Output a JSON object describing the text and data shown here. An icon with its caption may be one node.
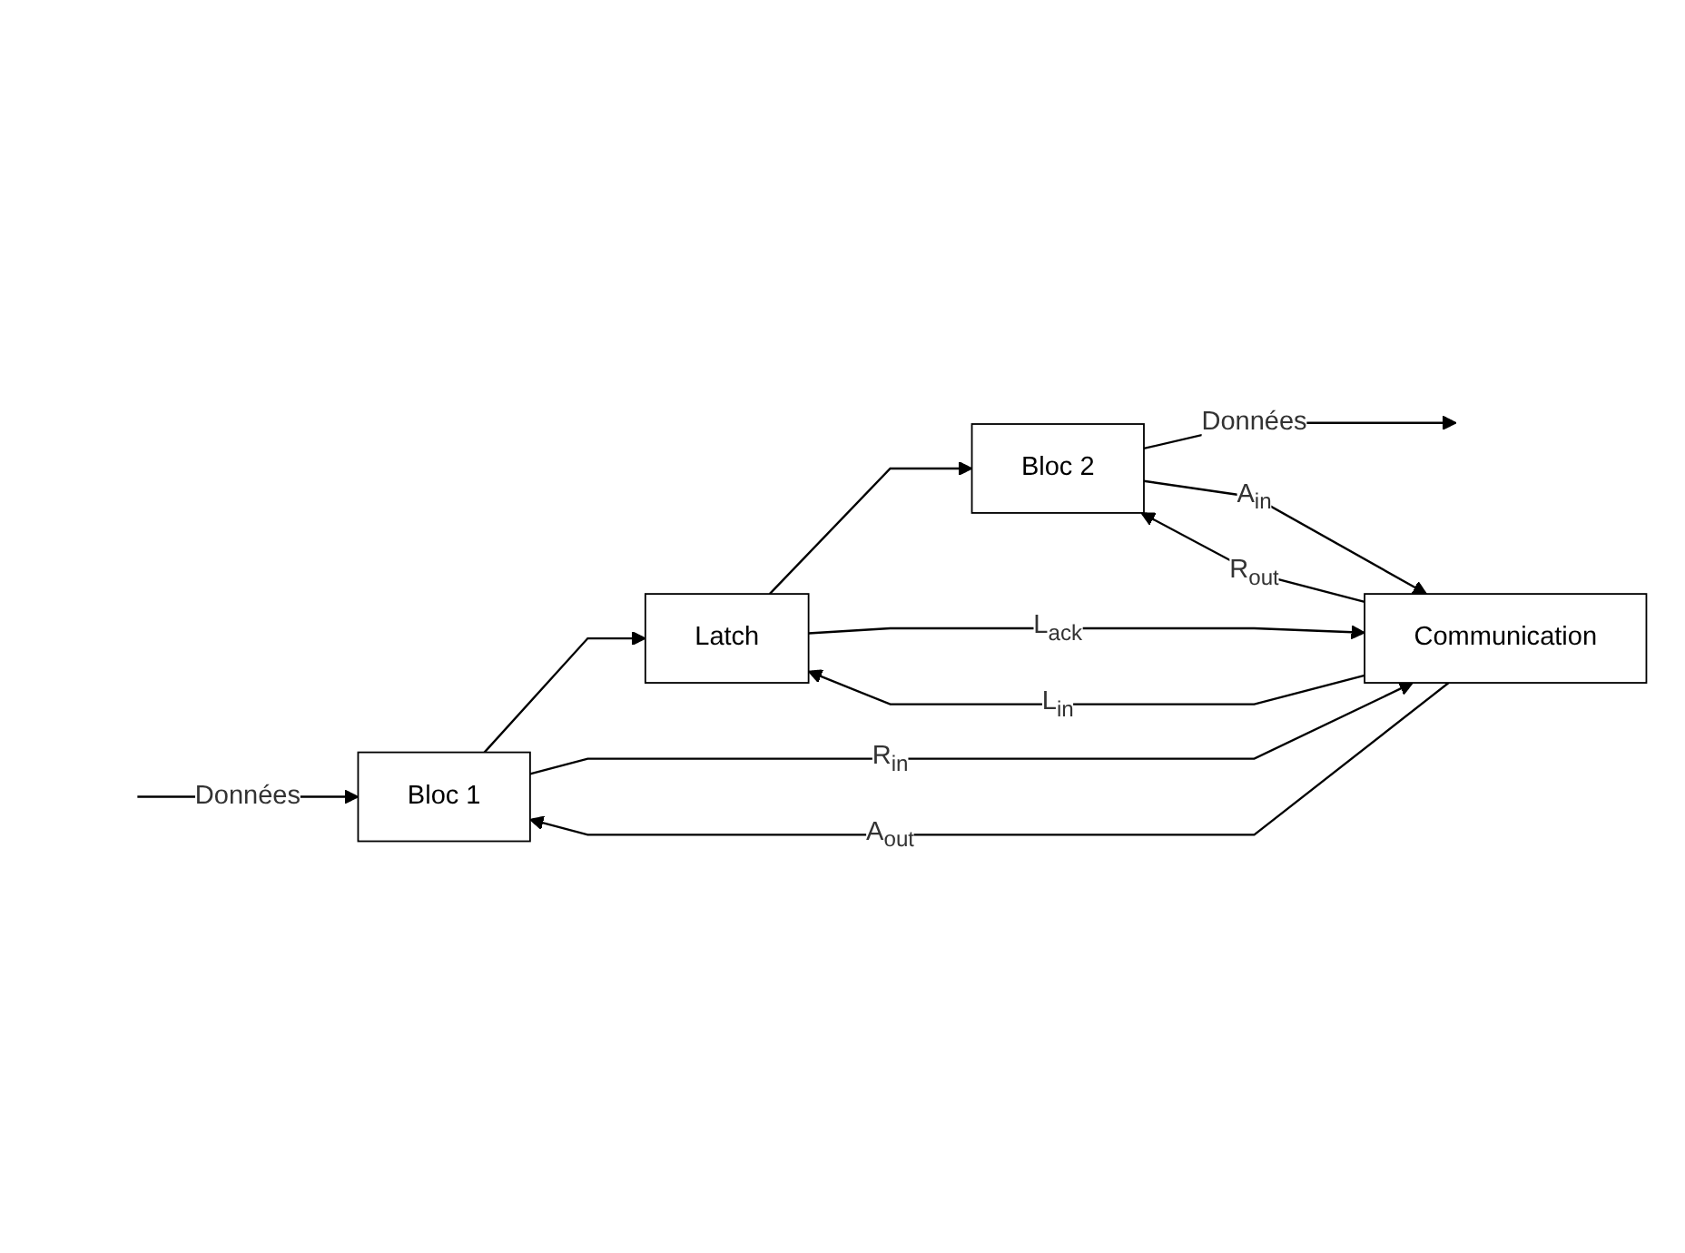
{
  "diagram": {
    "nodes": [
      {
        "text": [
          "Bloc 1"
        ]
      },
      {
        "text": [
          "Latch"
        ]
      },
      {
        "text": [
          "Bloc 2"
        ]
      },
      {
        "text": [
          "Communication"
        ]
      }
    ],
    "edges": [
      {
        "from": null,
        "to": 0,
        "arrow": "to",
        "label": "Données"
      },
      {
        "from": 0,
        "to": 1,
        "arrow": "to"
      },
      {
        "from": 1,
        "to": 2,
        "arrow": "to"
      },
      {
        "from": 2,
        "to": null,
        "arrow": "to",
        "label": "Données"
      },
      {
        "from": 3,
        "to": 1,
        "arrow": "to",
        "label": "L$_{in}$"
      },
      {
        "from": 1,
        "to": 3,
        "arrow": "to",
        "label": "L$_{ack}$"
      },
      {
        "from": 0,
        "to": 3,
        "arrow": "to",
        "label": "R$_{in}$"
      },
      {
        "from": 3,
        "to": 2,
        "arrow": "to",
        "label": "R$_{out}$"
      },
      {
        "from": 2,
        "to": 3,
        "arrow": "to",
        "label": "A$_{in}$"
      },
      {
        "from": 3,
        "to": 0,
        "arrow": "to",
        "label": "A$_{out}$"
      }
    ]
  }
}
